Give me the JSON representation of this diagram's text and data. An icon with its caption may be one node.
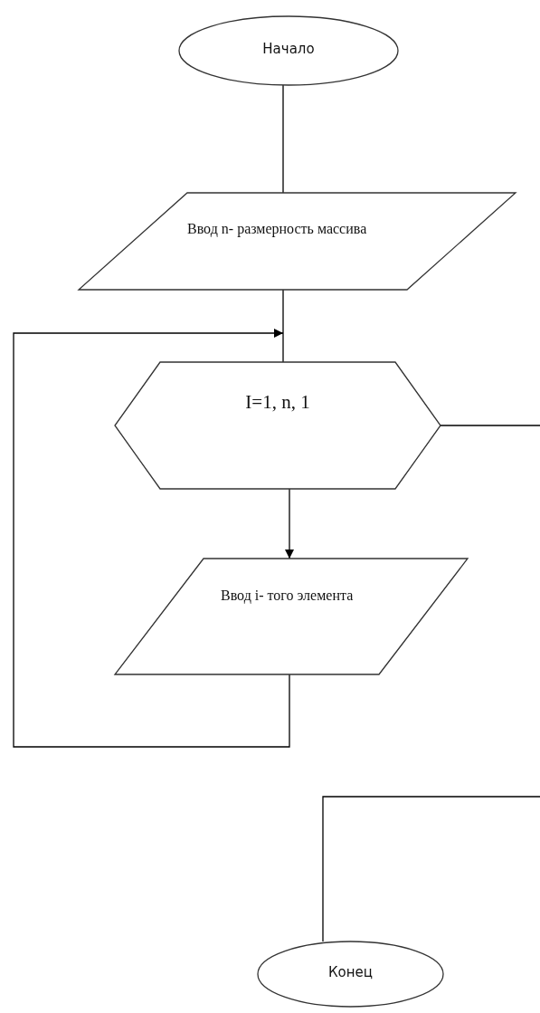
{
  "diagram": {
    "nodes": [
      {
        "text": [
          "Начало"
        ]
      },
      {
        "text": [
          "Ввод n- размерность массива"
        ]
      },
      {
        "text": [
          "I=1, n, 1"
        ]
      },
      {
        "text": [
          "Ввод i- того элемента"
        ]
      },
      {
        "text": [
          "Конец"
        ]
      }
    ],
    "edges": [
      {
        "from": 0,
        "to": 1,
        "arrow": "none"
      },
      {
        "from": 1,
        "to": 2,
        "arrow": "none"
      },
      {
        "from": 2,
        "to": 3,
        "arrow": "to"
      },
      {
        "from": 3,
        "to": 2,
        "arrow": "to"
      },
      {
        "from": 2,
        "to": null,
        "arrow": "none"
      },
      {
        "from": null,
        "to": 4,
        "arrow": "none"
      }
    ]
  }
}
